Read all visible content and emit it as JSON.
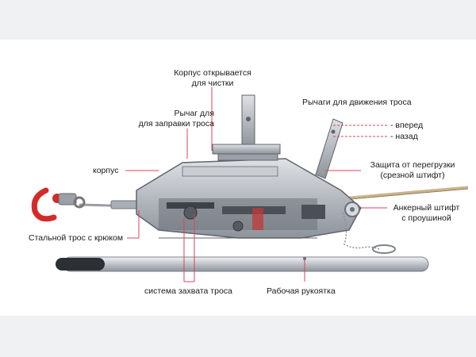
{
  "labels": {
    "housing_opens": [
      "Корпус открывается",
      "для чистки"
    ],
    "refill_lever": [
      "Рычаг для",
      "для заправки троса"
    ],
    "cable_levers": "Рычаги для движения троса",
    "forward": "- вперед",
    "backward": "- назад",
    "housing": "корпус",
    "overload": [
      "Защита от перегрузки",
      "(срезной штифт)"
    ],
    "anchor_pin": [
      "Анкерный штифт",
      "с проушиной"
    ],
    "steel_cable": "Стальной трос с крюком",
    "grip_system": "система захвата троса",
    "handle": "Рабочая рукоятка"
  },
  "colors": {
    "leader_line": "#e0405a",
    "hook": "#d42a2a",
    "body": "#b8bcc2",
    "cable": "#c8b48a"
  }
}
